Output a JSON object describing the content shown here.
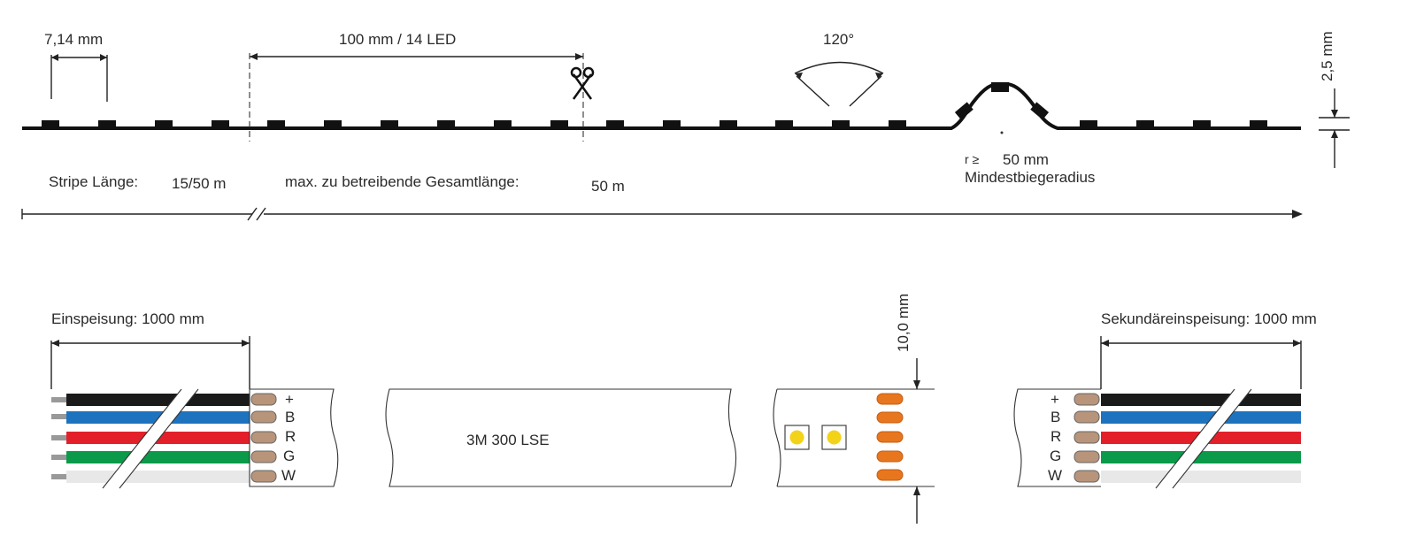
{
  "top_strip": {
    "led_pitch": "7,14 mm",
    "segment": "100 mm / 14 LED",
    "beam_angle": "120°",
    "height": "2,5 mm",
    "radius_prefix": "r ≥",
    "radius_value": "50 mm",
    "radius_label": "Mindestbiegeradius",
    "stripe_length_label": "Stripe Länge:",
    "stripe_length_value": "15/50 m",
    "max_length_label": "max. zu betreibende Gesamtlänge:",
    "max_length_value": "50 m"
  },
  "bottom_strip": {
    "feed_label": "Einspeisung: 1000 mm",
    "secondary_feed_label": "Sekundäreinspeisung: 1000 mm",
    "width": "10,0 mm",
    "tape": "3M 300 LSE",
    "pins": [
      "+",
      "B",
      "R",
      "G",
      "W"
    ]
  },
  "colors": {
    "wire_black": "#1a1a1a",
    "wire_blue": "#1e73be",
    "wire_red": "#e3202a",
    "wire_green": "#0a9a4a",
    "wire_white": "#e8e8e8",
    "solder_pad": "#e8761e",
    "led_yellow": "#f3d21a"
  }
}
